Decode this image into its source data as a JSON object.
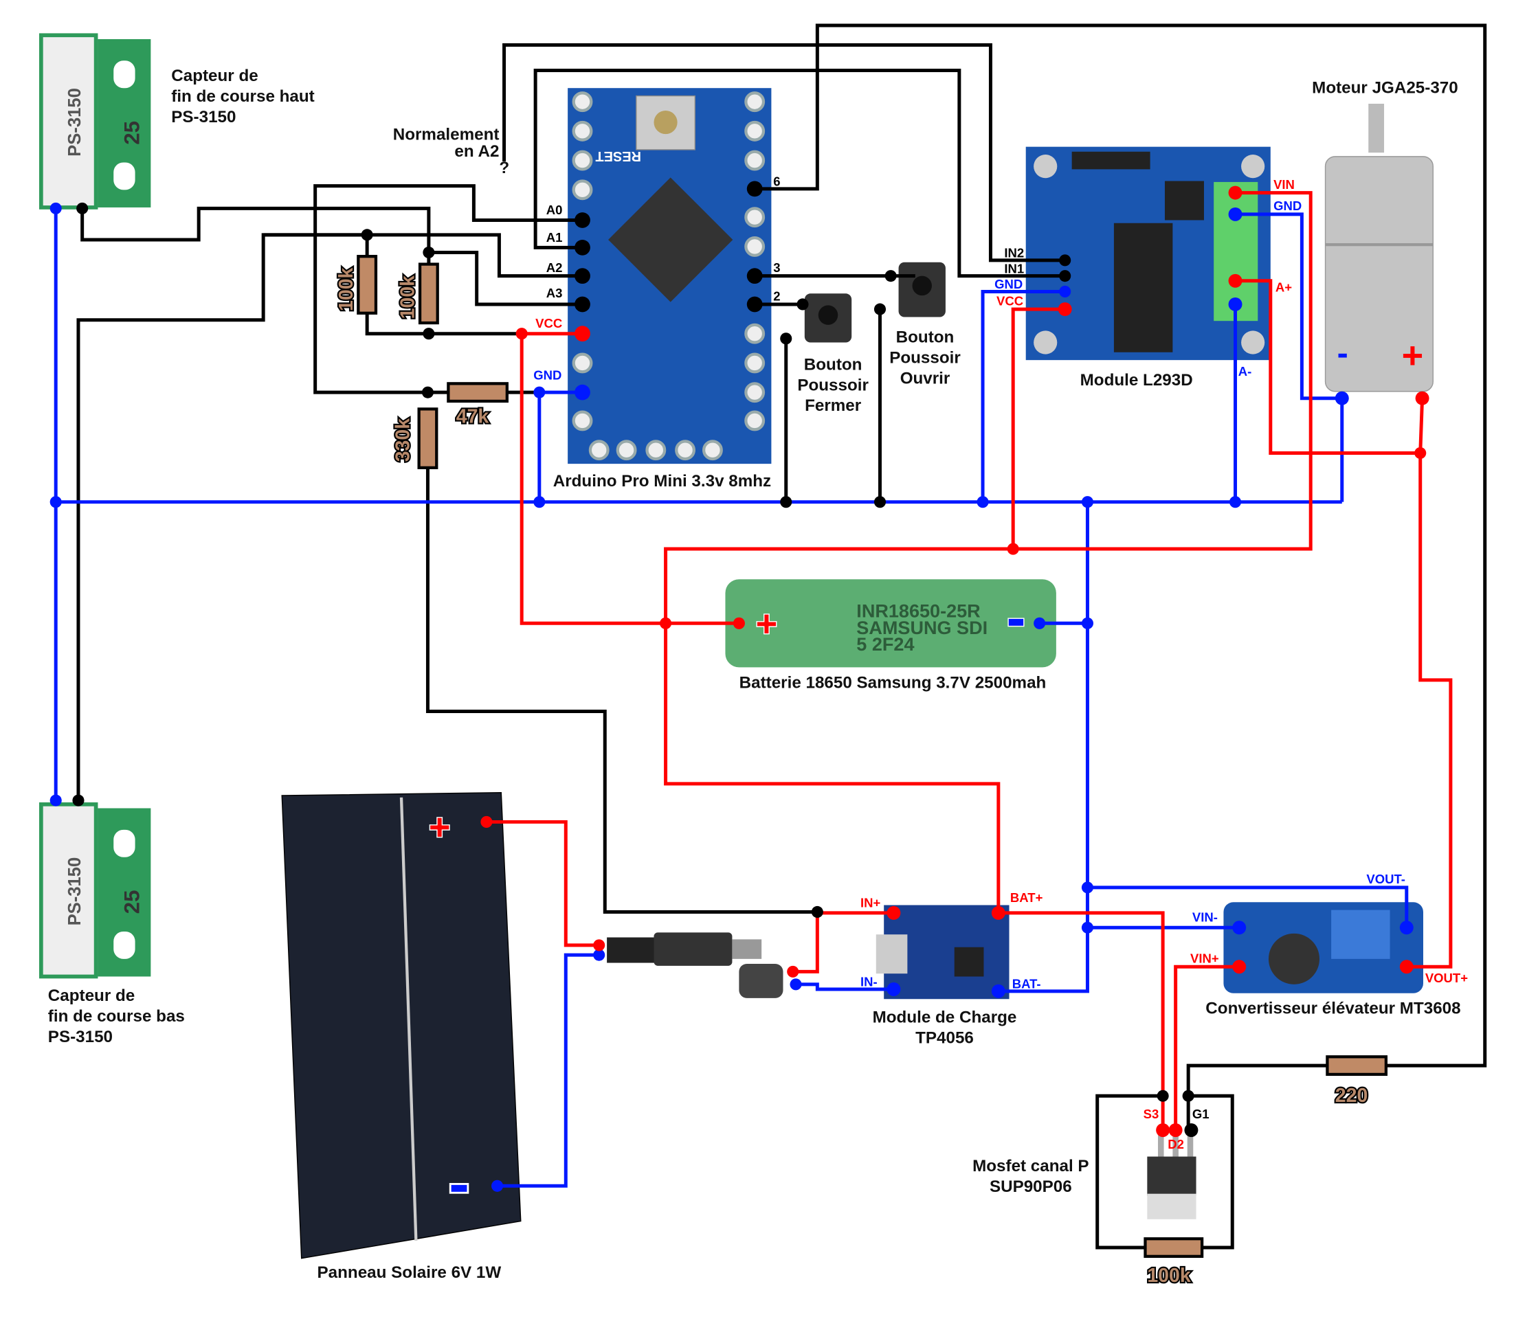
{
  "colors": {
    "wire_black": "#000000",
    "wire_gnd": "#0018ff",
    "wire_vcc": "#ff0000",
    "pcb_blue": "#1a56b0",
    "sensor_green": "#2e9a5a",
    "battery_green": "#5cae72"
  },
  "sensor_top": {
    "title_lines": [
      "Capteur de",
      "fin de course haut",
      "PS-3150"
    ],
    "body_text": "PS-3150",
    "body_num": "25"
  },
  "sensor_bottom": {
    "title_lines": [
      "Capteur de",
      "fin de course bas",
      "PS-3150"
    ],
    "body_text": "PS-3150",
    "body_num": "25"
  },
  "note": {
    "lines": [
      "Normalement",
      "en A2",
      "?"
    ]
  },
  "arduino": {
    "title": "Arduino Pro Mini 3.3v 8mhz",
    "pins": {
      "a0": "A0",
      "a1": "A1",
      "a2": "A2",
      "a3": "A3",
      "vcc": "VCC",
      "gnd": "GND",
      "p6": "6",
      "p3": "3",
      "p2": "2"
    },
    "reset": "RESET"
  },
  "resistors": {
    "r1": "100k",
    "r2": "100k",
    "r3": "47k",
    "r4": "330k",
    "r5": "220",
    "r6": "100k"
  },
  "button_close": {
    "lines": [
      "Bouton",
      "Poussoir",
      "Fermer"
    ]
  },
  "button_open": {
    "lines": [
      "Bouton",
      "Poussoir",
      "Ouvrir"
    ]
  },
  "l293d": {
    "title": "Module L293D",
    "pins": {
      "in2": "IN2",
      "in1": "IN1",
      "gnd": "GND",
      "vcc": "VCC",
      "vin": "VIN",
      "gnd2": "GND",
      "a_plus": "A+",
      "a_minus": "A-"
    }
  },
  "motor": {
    "title": "Moteur JGA25-370",
    "minus": "-",
    "plus": "+"
  },
  "battery": {
    "title": "Batterie 18650 Samsung 3.7V 2500mah",
    "print": [
      "INR18650-25R",
      "SAMSUNG  SDI",
      "5        2F24"
    ]
  },
  "solar": {
    "title": "Panneau Solaire 6V 1W"
  },
  "tp4056": {
    "title_lines": [
      "Module de Charge",
      "TP4056"
    ],
    "pins": {
      "in_plus": "IN+",
      "in_minus": "IN-",
      "bat_plus": "BAT+",
      "bat_minus": "BAT-"
    }
  },
  "mt3608": {
    "title": "Convertisseur élévateur MT3608",
    "pins": {
      "vin_minus": "VIN-",
      "vin_plus": "VIN+",
      "vout_minus": "VOUT-",
      "vout_plus": "VOUT+"
    }
  },
  "mosfet": {
    "title_lines": [
      "Mosfet canal P",
      "SUP90P06"
    ],
    "pins": {
      "s": "S3",
      "d": "D2",
      "g": "G1"
    }
  }
}
